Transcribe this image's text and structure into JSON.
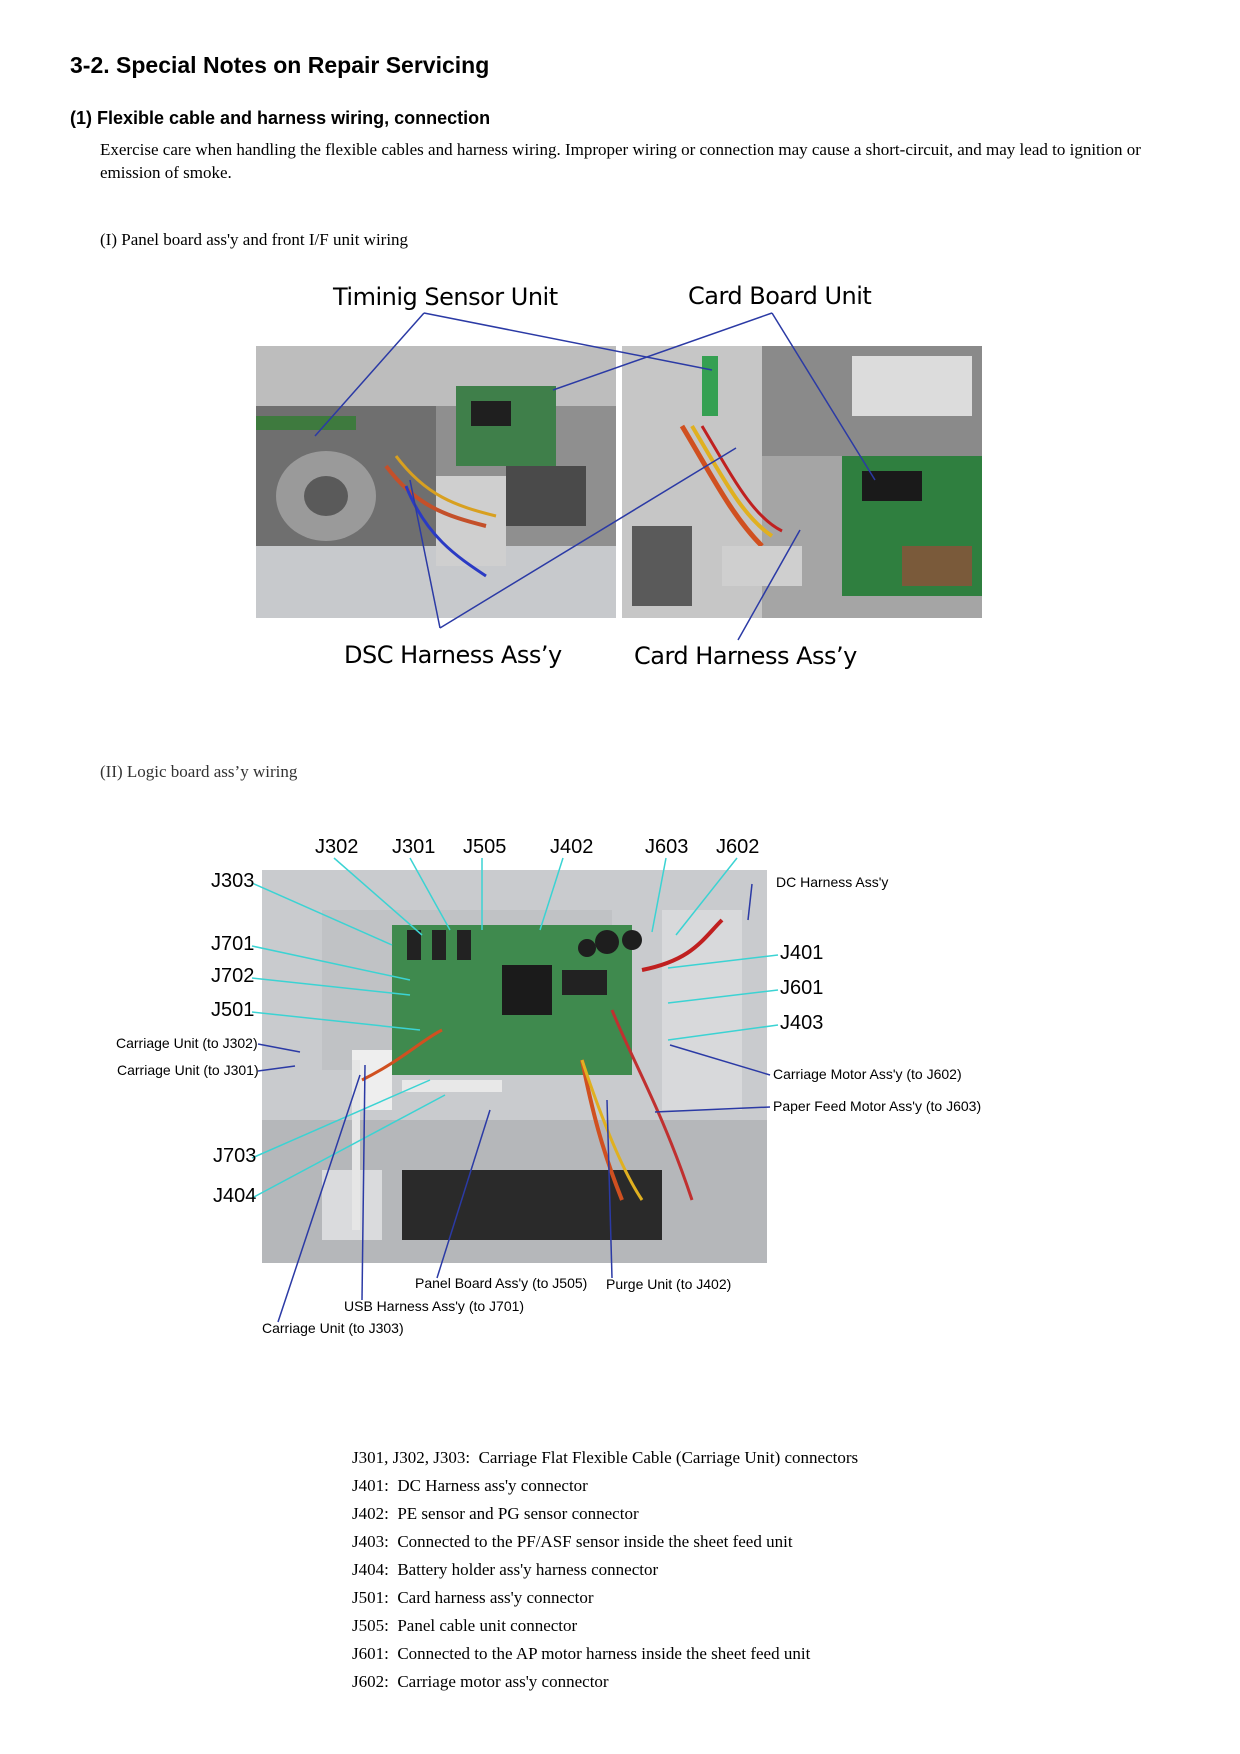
{
  "heading": "3-2.  Special Notes on Repair Servicing",
  "subheading": "(1)  Flexible cable and harness wiring, connection",
  "intro": "Exercise care when handling the flexible cables and harness wiring. Improper wiring or connection may cause a short-circuit, and may lead to ignition or emission of smoke.",
  "figure1": {
    "caption": "(I)  Panel board ass'y and front I/F unit wiring",
    "labels": {
      "timing_sensor": "Timinig Sensor Unit",
      "card_board": "Card Board Unit",
      "dsc_harness": "DSC Harness Ass’y",
      "card_harness": "Card Harness Ass’y"
    }
  },
  "figure2": {
    "caption": "(II)  Logic board ass’y wiring",
    "top_labels": [
      "J302",
      "J301",
      "J505",
      "J402",
      "J603",
      "J602"
    ],
    "left_labels": [
      "J303",
      "J701",
      "J702",
      "J501",
      "J703",
      "J404"
    ],
    "right_labels": [
      "J401",
      "J601",
      "J403"
    ],
    "small_labels": {
      "dc_harness": "DC Harness Ass'y",
      "carriage_j302": "Carriage Unit (to J302)",
      "carriage_j301": "Carriage Unit (to J301)",
      "carriage_motor": "Carriage Motor Ass'y (to J602)",
      "paper_feed_motor": "Paper Feed Motor Ass'y (to J603)",
      "panel_board": "Panel Board Ass'y (to J505)",
      "purge_unit": "Purge Unit (to J402)",
      "usb_harness": "USB Harness Ass'y (to J701)",
      "carriage_j303": "Carriage Unit (to J303)"
    }
  },
  "connectors": [
    {
      "code": "J301, J302, J303:",
      "desc": "Carriage Flat Flexible Cable (Carriage Unit) connectors"
    },
    {
      "code": "J401:",
      "desc": "DC Harness ass'y connector"
    },
    {
      "code": "J402:",
      "desc": "PE sensor and PG sensor connector"
    },
    {
      "code": "J403:",
      "desc": "Connected to the PF/ASF sensor inside the sheet feed unit"
    },
    {
      "code": "J404:",
      "desc": "Battery holder ass'y harness connector"
    },
    {
      "code": "J501:",
      "desc": "Card harness ass'y connector"
    },
    {
      "code": "J505:",
      "desc": "Panel cable unit connector"
    },
    {
      "code": "J601:",
      "desc": "Connected to the AP motor harness inside the sheet feed unit"
    },
    {
      "code": "J602:",
      "desc": "Carriage motor ass'y connector"
    }
  ]
}
